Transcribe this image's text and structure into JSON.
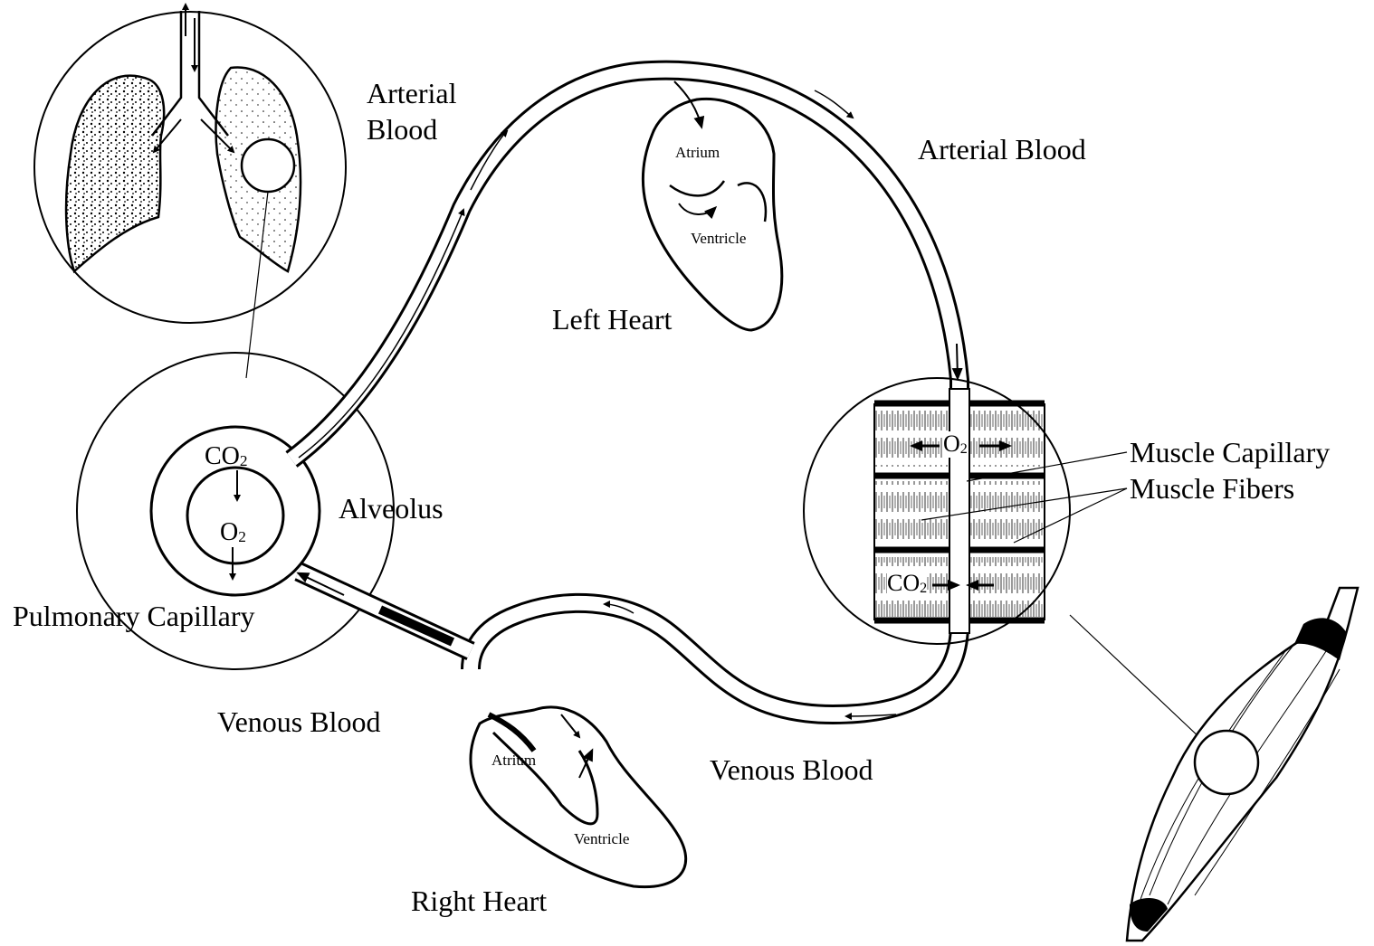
{
  "labels": {
    "arterial_blood_left_line1": "Arterial",
    "arterial_blood_left_line2": "Blood",
    "arterial_blood_right": "Arterial Blood",
    "left_heart": "Left Heart",
    "left_atrium": "Atrium",
    "left_ventricle": "Ventricle",
    "alveolus": "Alveolus",
    "pulmonary_capillary": "Pulmonary Capillary",
    "venous_blood_left": "Venous Blood",
    "venous_blood_right": "Venous Blood",
    "right_heart": "Right Heart",
    "right_atrium": "Atrium",
    "right_ventricle": "Ventricle",
    "muscle_capillary": "Muscle Capillary",
    "muscle_fibers": "Muscle Fibers",
    "co2_alveolus": "CO",
    "co2_alveolus_sub": "2",
    "o2_alveolus": "O",
    "o2_alveolus_sub": "2",
    "o2_muscle": "O",
    "o2_muscle_sub": "2",
    "co2_muscle": "CO",
    "co2_muscle_sub": "2"
  },
  "colors": {
    "ink": "#000000",
    "paper": "#ffffff"
  }
}
